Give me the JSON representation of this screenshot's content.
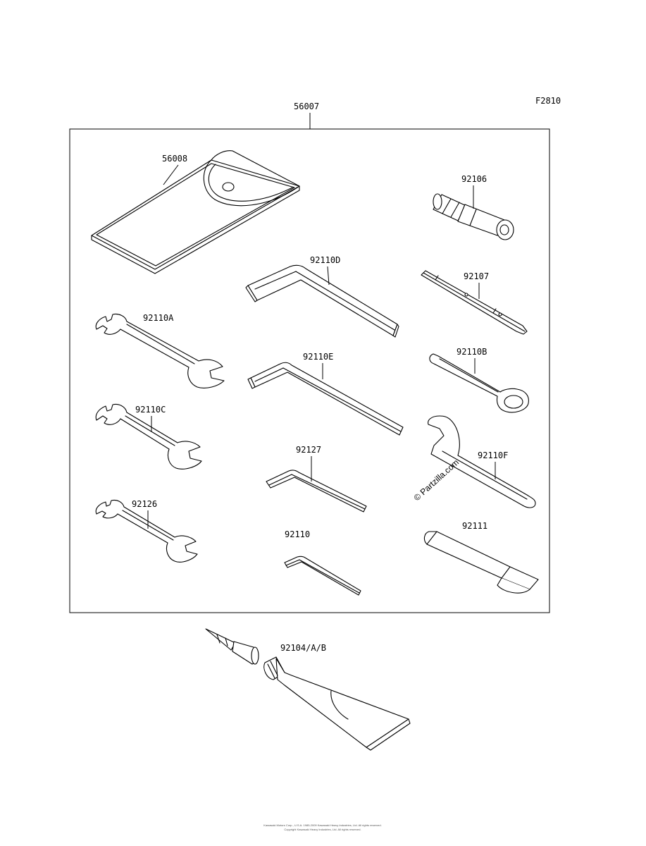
{
  "figure_code": "F2810",
  "kit_part": "56007",
  "parts": [
    {
      "id": "56008"
    },
    {
      "id": "92106"
    },
    {
      "id": "92110D"
    },
    {
      "id": "92107"
    },
    {
      "id": "92110A"
    },
    {
      "id": "92110E"
    },
    {
      "id": "92110B"
    },
    {
      "id": "92110C"
    },
    {
      "id": "92127"
    },
    {
      "id": "92110F"
    },
    {
      "id": "92126"
    },
    {
      "id": "92110"
    },
    {
      "id": "92111"
    },
    {
      "id": "92104/A/B"
    }
  ],
  "watermark": "© Partzilla.com",
  "footer_lines": [
    "Kawasaki Motors Corp., U.S.A. 1985-2009 Kawasaki Heavy Industries, Ltd. All rights reserved.",
    "Copyright Kawasaki Heavy Industries, Ltd. All rights reserved."
  ]
}
